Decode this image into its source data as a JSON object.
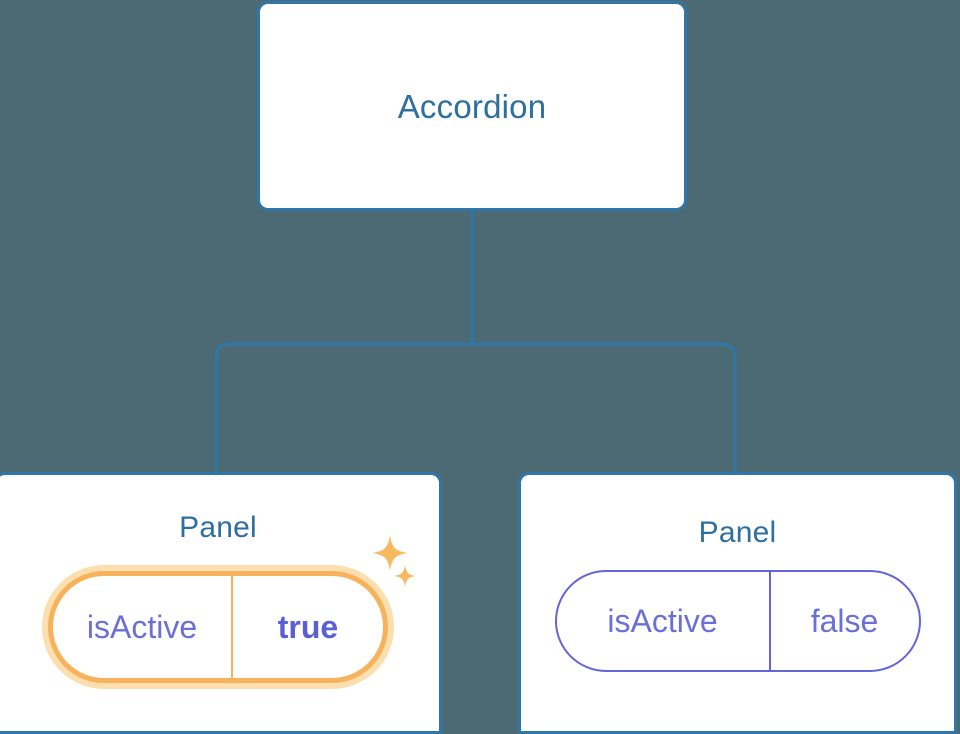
{
  "theme": {
    "background": "#4c6a73",
    "card_background": "#ffffff",
    "card_border": "#2e77a8",
    "connector": "#2e77a8",
    "title_text": "#2d6f9e",
    "prop_text": "#6b6fd8",
    "prop_border": "#6366d8",
    "highlight_ring": "#f7b25c",
    "highlight_glow": "#fbdfae",
    "highlight_value_text": "#5b5fd6"
  },
  "tree": {
    "root": {
      "title": "Accordion"
    },
    "children": [
      {
        "title": "Panel",
        "highlighted": true,
        "prop": {
          "key": "isActive",
          "value": "true"
        },
        "sparkle_big_icon": "sparkle-icon",
        "sparkle_small_icon": "sparkle-icon"
      },
      {
        "title": "Panel",
        "highlighted": false,
        "prop": {
          "key": "isActive",
          "value": "false"
        }
      }
    ]
  }
}
